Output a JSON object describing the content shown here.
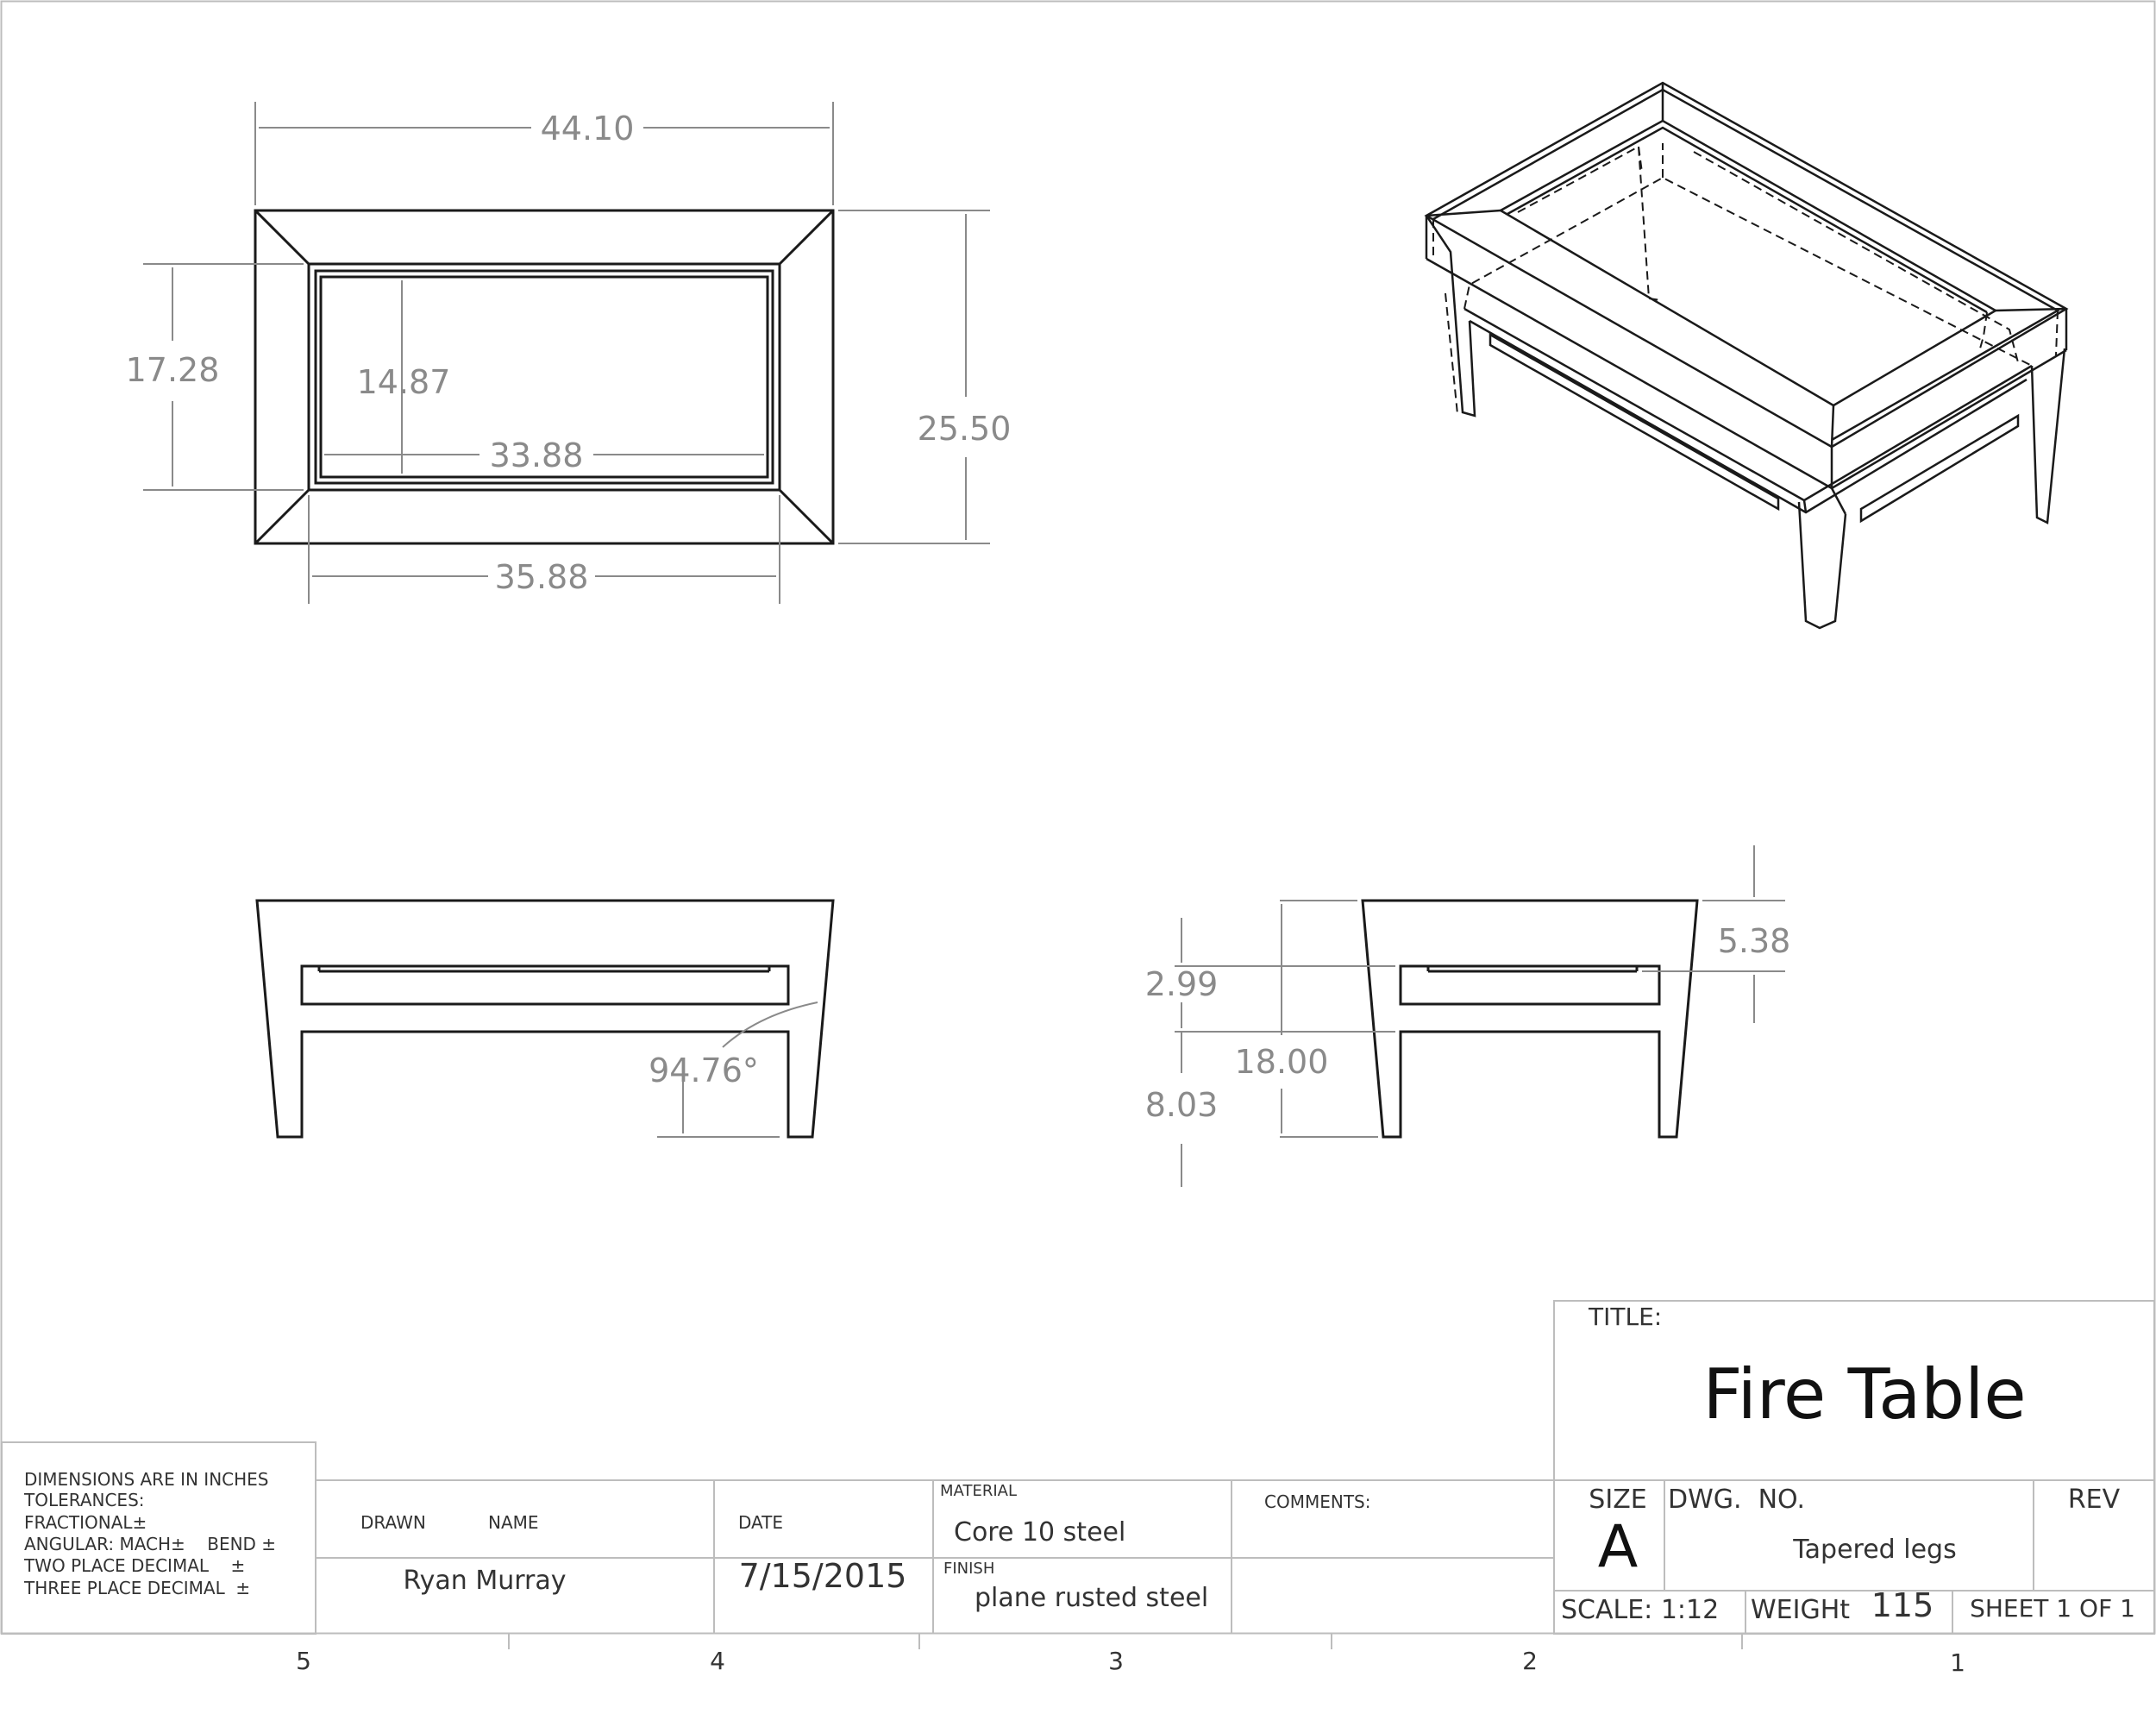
{
  "dimensions": {
    "top_overall_width": "44.10",
    "top_inner_height": "17.28",
    "top_opening_height": "14.87",
    "top_opening_width": "33.88",
    "top_overall_depth": "25.50",
    "top_inner_width": "35.88",
    "leg_angle": "94.76°",
    "side_height": "18.00",
    "side_upper_gap": "2.99",
    "side_lower_clearance": "8.03",
    "side_top_thickness": "5.38"
  },
  "title_block": {
    "title_label": "TITLE:",
    "title": "Fire Table",
    "notes": {
      "line1": "DIMENSIONS ARE IN INCHES",
      "line2": "TOLERANCES:",
      "line3": "FRACTIONAL±",
      "line4": "ANGULAR: MACH±    BEND ±",
      "line5": "TWO PLACE DECIMAL    ±",
      "line6": "THREE PLACE DECIMAL  ±"
    },
    "drawn_label": "DRAWN",
    "name_label": "NAME",
    "date_label": "DATE",
    "drawn_by": "Ryan Murray",
    "date": "7/15/2015",
    "material_label": "MATERIAL",
    "material": "Core 10 steel",
    "finish_label": "FINISH",
    "finish": "plane rusted steel",
    "comments_label": "COMMENTS:",
    "size_label": "SIZE",
    "size": "A",
    "dwg_no_label": "DWG.  NO.",
    "dwg_no": "Tapered legs",
    "rev_label": "REV",
    "scale": "SCALE: 1:12",
    "weight_label": "WEIGHt",
    "weight": "115",
    "sheet": "SHEET 1 OF 1"
  },
  "zones": [
    "5",
    "4",
    "3",
    "2",
    "1"
  ],
  "colors": {
    "line": "#1a1a1a",
    "dimension": "#8a8a8a",
    "border": "#bbbbbb"
  }
}
